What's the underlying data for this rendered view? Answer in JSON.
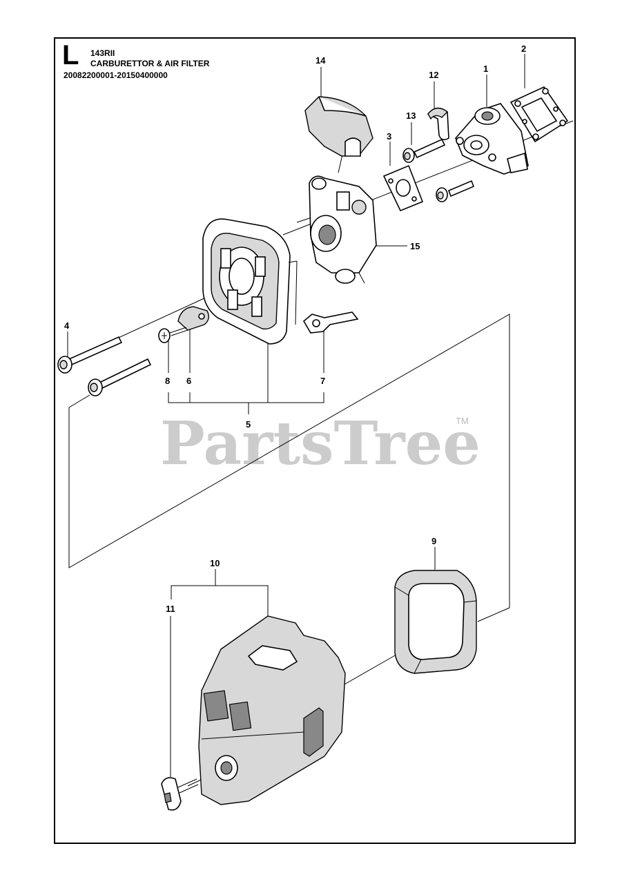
{
  "header": {
    "section_letter": "L",
    "model": "143RII",
    "title": "CARBURETTOR & AIR FILTER",
    "serial_range": "20082200001-20150400000"
  },
  "watermark": {
    "text": "PartsTree",
    "trademark": "TM"
  },
  "callouts": [
    {
      "id": "1",
      "part": "intake-manifold"
    },
    {
      "id": "2",
      "part": "gasket-large"
    },
    {
      "id": "3",
      "part": "gasket-carburettor"
    },
    {
      "id": "4",
      "part": "long-bolt"
    },
    {
      "id": "5",
      "part": "filter-holder-assembly"
    },
    {
      "id": "6",
      "part": "choke-plate"
    },
    {
      "id": "7",
      "part": "choke-lever"
    },
    {
      "id": "8",
      "part": "screw"
    },
    {
      "id": "9",
      "part": "air-filter"
    },
    {
      "id": "10",
      "part": "filter-cover-assembly"
    },
    {
      "id": "11",
      "part": "cover-knob"
    },
    {
      "id": "12",
      "part": "clip"
    },
    {
      "id": "13",
      "part": "bolt"
    },
    {
      "id": "14",
      "part": "carburettor-cap"
    },
    {
      "id": "15",
      "part": "carburettor"
    }
  ]
}
